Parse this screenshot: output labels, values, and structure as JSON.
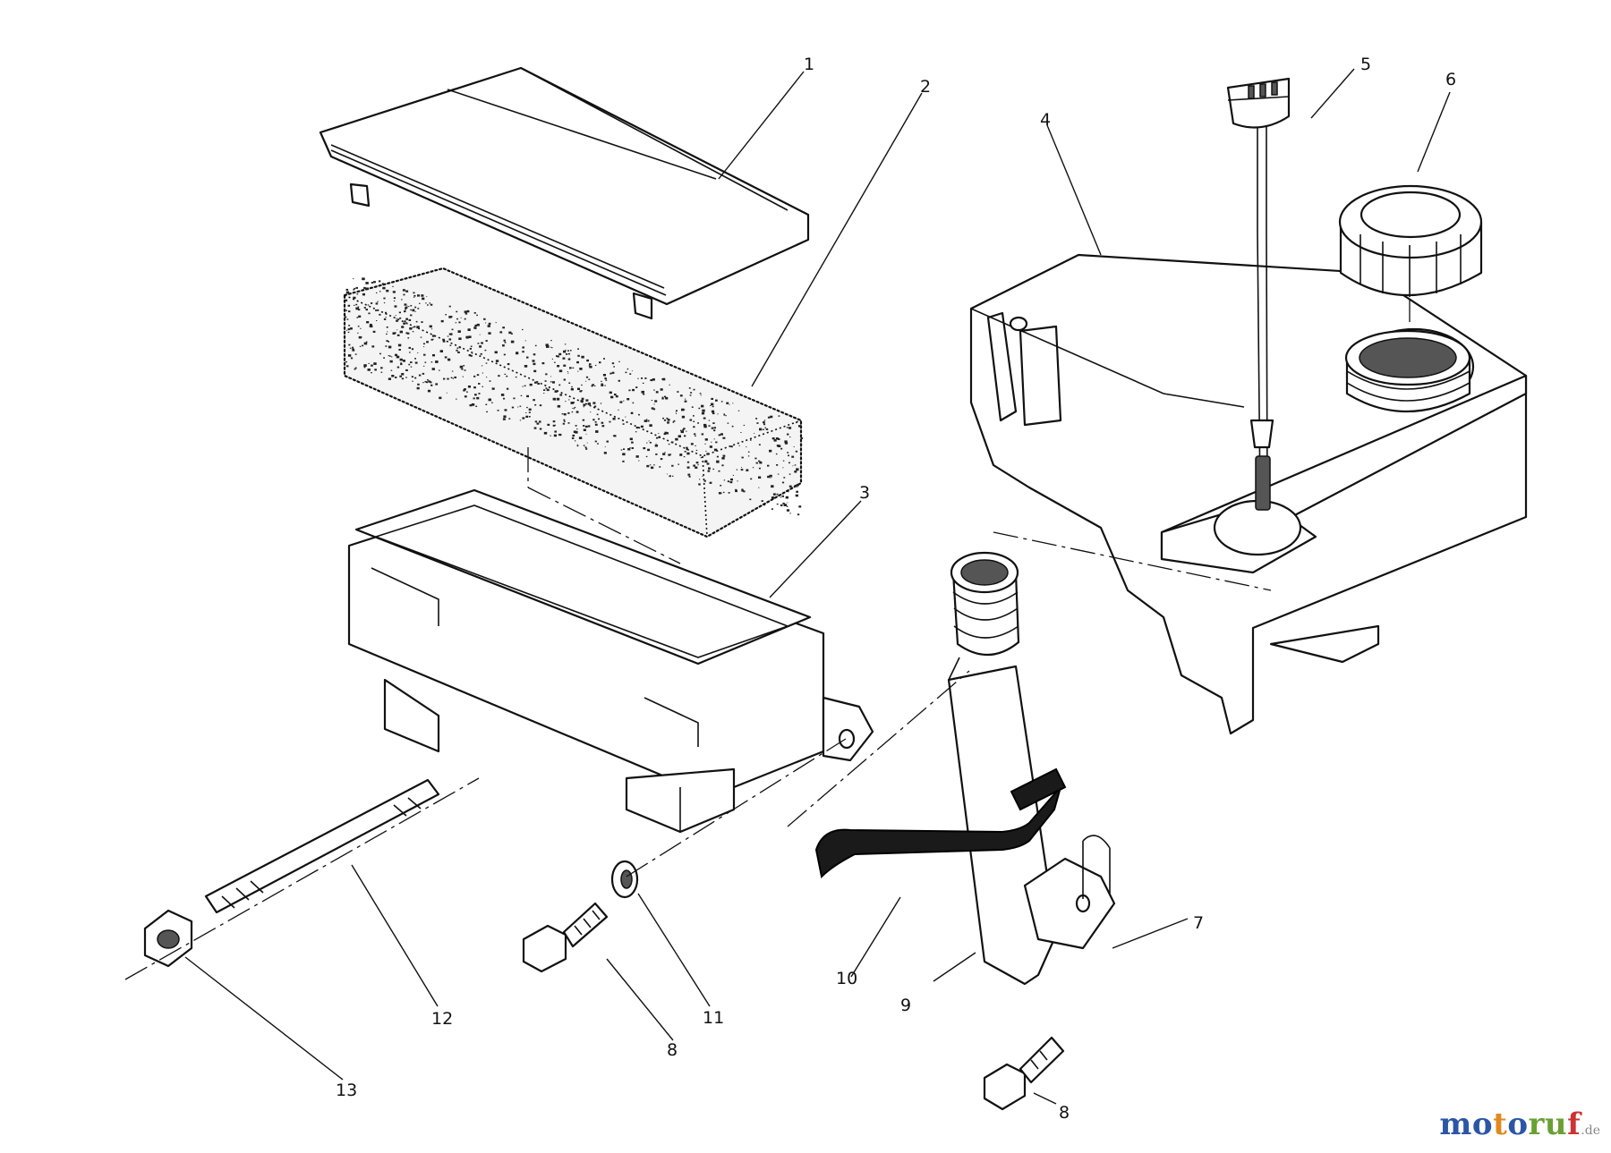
{
  "callouts": {
    "c1": "1",
    "c2": "2",
    "c3": "3",
    "c4": "4",
    "c5": "5",
    "c6": "6",
    "c7": "7",
    "c8a": "8",
    "c8b": "8",
    "c9": "9",
    "c10": "10",
    "c11": "11",
    "c12": "12",
    "c13": "13"
  },
  "watermark": {
    "letters": [
      "m",
      "o",
      "t",
      "o",
      "r",
      "u",
      "f"
    ],
    "suffix": ".de",
    "colors": [
      "#2b56a6",
      "#2b56a6",
      "#e08a1e",
      "#2b56a6",
      "#6aa033",
      "#6aa033",
      "#c33"
    ]
  }
}
